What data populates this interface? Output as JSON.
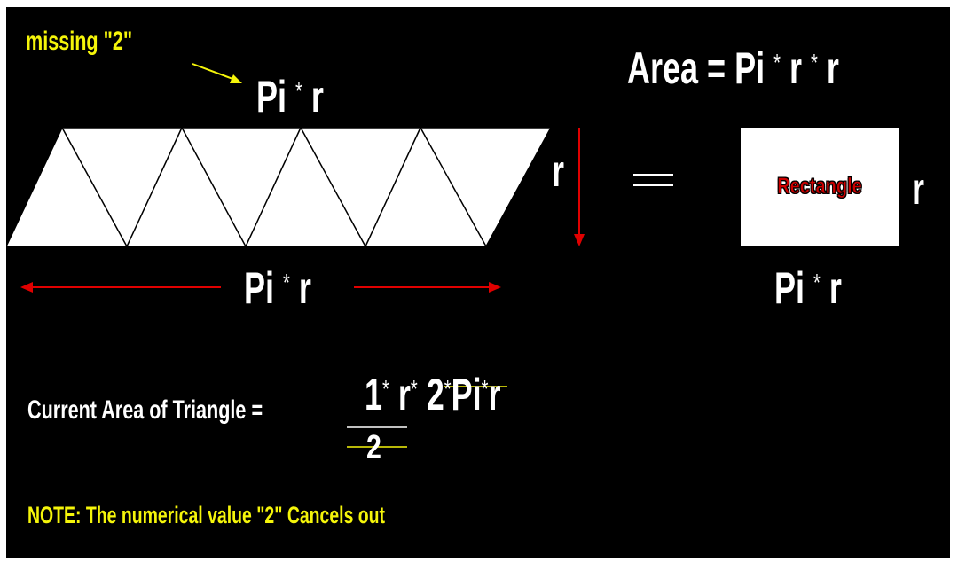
{
  "annotation": {
    "missing": "missing \"2\""
  },
  "top_formula": {
    "pi": "Pi",
    "star": "*",
    "r": "r"
  },
  "area_formula": {
    "lead": "Area = Pi",
    "star1": "*",
    "r1": "r",
    "star2": "*",
    "r2": "r"
  },
  "parallelogram": {
    "height_label": "r"
  },
  "bottom_formula": {
    "pi": "Pi",
    "star": "*",
    "r": "r"
  },
  "equals": "=",
  "rectangle": {
    "label": "Rectangle",
    "side_label": "r"
  },
  "rect_formula": {
    "pi": "Pi",
    "star": "*",
    "r": "r"
  },
  "triangle_area": {
    "label": "Current Area of Triangle =",
    "one": "1",
    "star1": "*",
    "r1": "r",
    "star2": "*",
    "two": "2",
    "star3": "*",
    "pi": "Pi",
    "star4": "*",
    "r2": "r",
    "denominator": "2"
  },
  "note": "NOTE: The numerical value \"2\" Cancels out",
  "colors": {
    "background": "#000000",
    "text": "#ffffff",
    "highlight": "#f5f50a",
    "arrow": "#e00000",
    "rectangle_label": "#cc0000"
  }
}
